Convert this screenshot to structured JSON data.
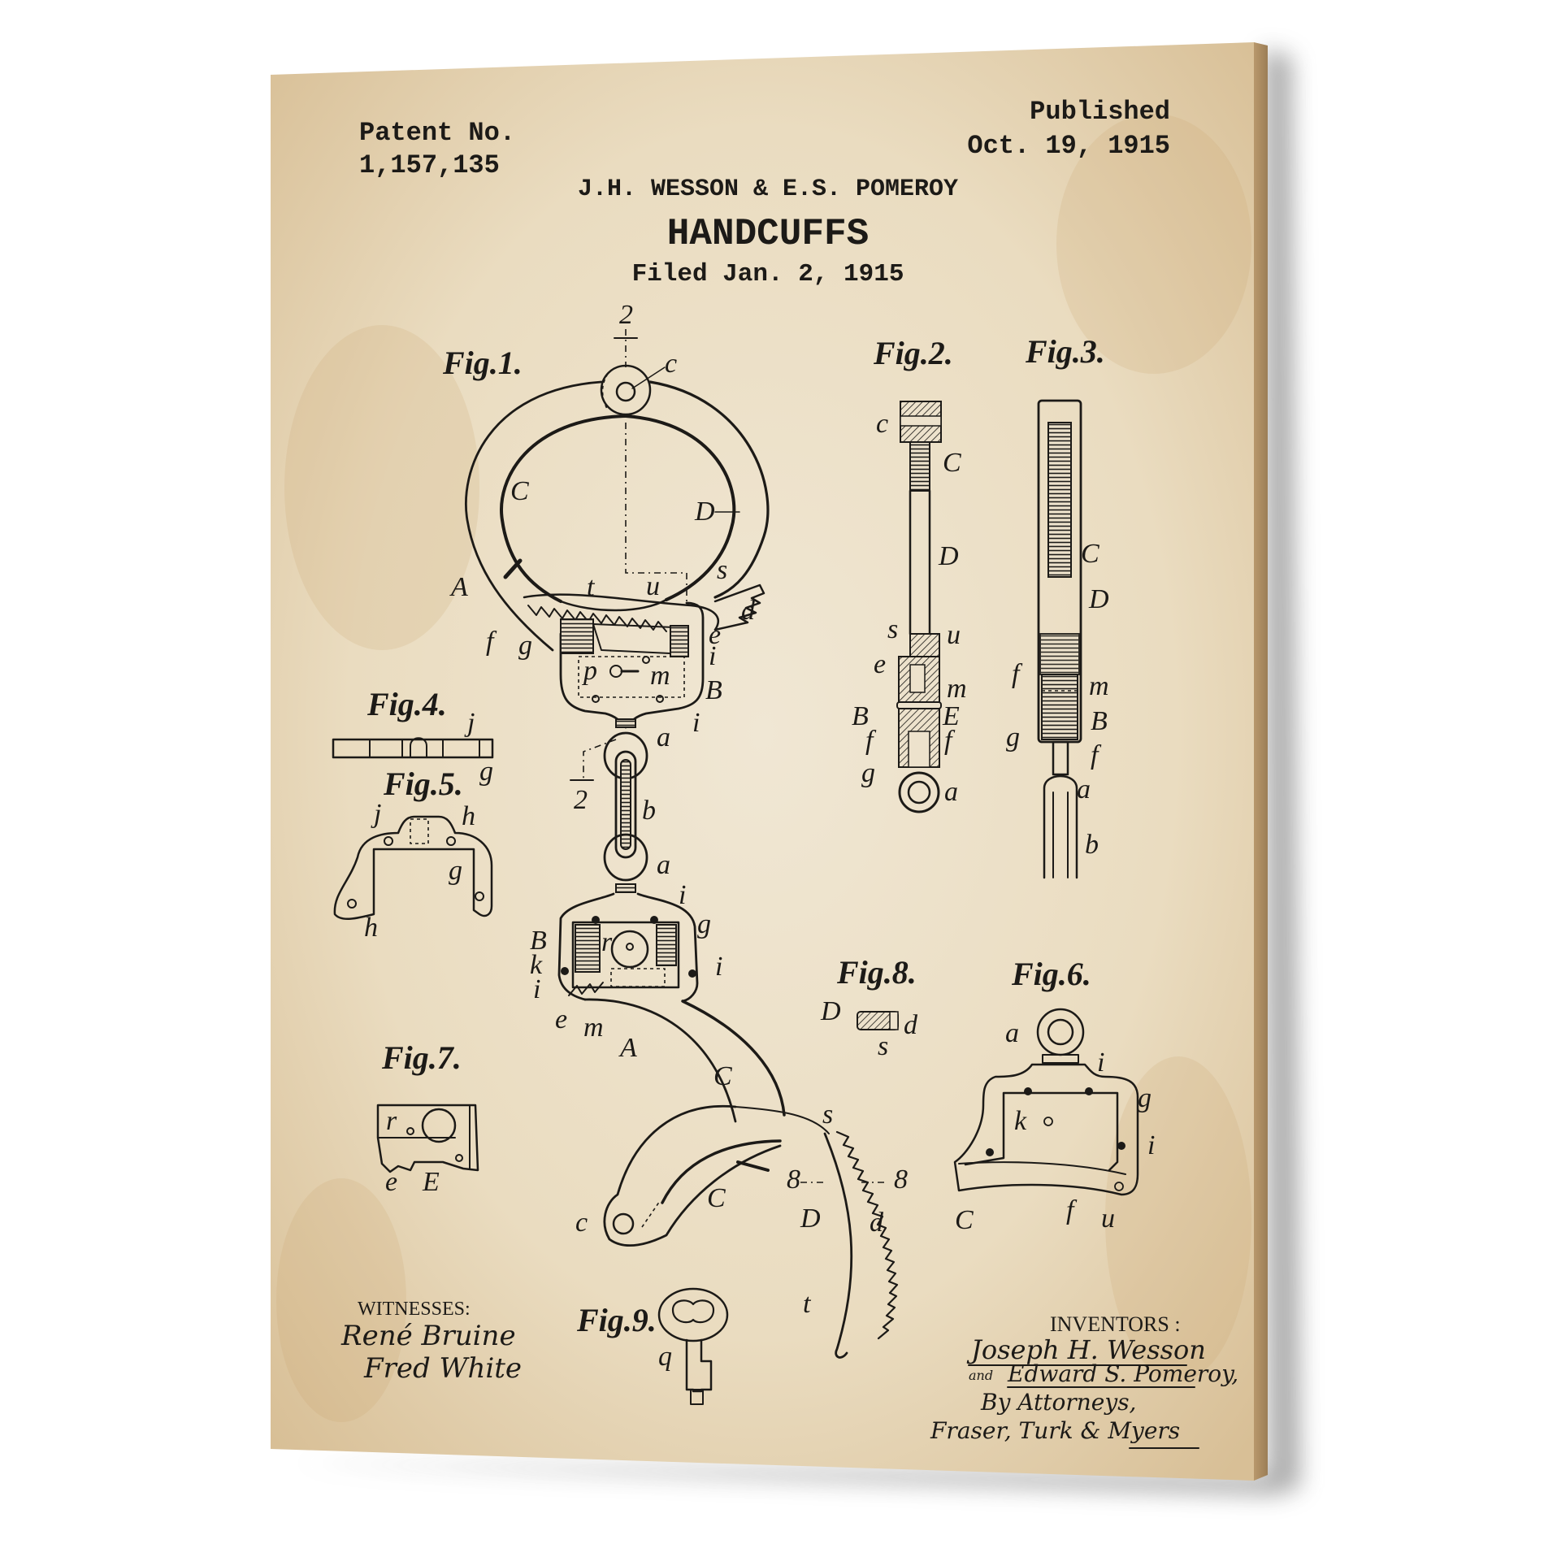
{
  "header": {
    "patent_label": "Patent No.",
    "patent_number": "1,157,135",
    "published_label": "Published",
    "published_date": "Oct. 19, 1915",
    "inventors_line": "J.H. WESSON & E.S. POMEROY",
    "title": "HANDCUFFS",
    "filed": "Filed Jan. 2, 1915"
  },
  "figures": {
    "fig1": {
      "label": "Fig.1.",
      "section_marks": [
        "2",
        "2"
      ],
      "labels": {
        "c_top": "c",
        "C": "C",
        "D": "D",
        "A_top": "A",
        "t": "t",
        "u": "u",
        "s": "s",
        "d": "d",
        "f": "f",
        "g": "g",
        "e": "e",
        "i": "i",
        "p": "p",
        "m": "m",
        "B": "B",
        "i2": "i",
        "a": "a",
        "b": "b",
        "a2": "a",
        "i3": "i",
        "g2": "g",
        "B2": "B",
        "k": "k",
        "i4": "i",
        "i5": "i",
        "e2": "e",
        "m2": "m",
        "r": "r",
        "A2": "A",
        "C2": "C",
        "C3": "C",
        "c_bottom": "c",
        "s2": "s",
        "eight_left": "8",
        "eight_right": "8",
        "D2": "D",
        "d2": "d",
        "t2": "t"
      }
    },
    "fig2": {
      "label": "Fig.2.",
      "labels": {
        "c": "c",
        "C": "C",
        "D": "D",
        "s": "s",
        "u": "u",
        "e": "e",
        "m": "m",
        "B": "B",
        "E": "E",
        "f": "f",
        "f2": "f",
        "g": "g",
        "a": "a"
      }
    },
    "fig3": {
      "label": "Fig.3.",
      "labels": {
        "C": "C",
        "D": "D",
        "f": "f",
        "m": "m",
        "g": "g",
        "B": "B",
        "f2": "f",
        "a": "a",
        "b": "b"
      }
    },
    "fig4": {
      "label": "Fig.4.",
      "labels": {
        "j": "j",
        "g": "g"
      }
    },
    "fig5": {
      "label": "Fig.5.",
      "labels": {
        "j": "j",
        "h": "h",
        "g": "g",
        "h2": "h"
      }
    },
    "fig6": {
      "label": "Fig.6.",
      "labels": {
        "a": "a",
        "i": "i",
        "g": "g",
        "k": "k",
        "i2": "i",
        "f": "f",
        "u": "u",
        "C": "C"
      }
    },
    "fig7": {
      "label": "Fig.7.",
      "labels": {
        "r": "r",
        "e": "e",
        "E": "E"
      }
    },
    "fig8": {
      "label": "Fig.8.",
      "labels": {
        "D": "D",
        "d": "d",
        "s": "s"
      }
    },
    "fig9": {
      "label": "Fig.9.",
      "labels": {
        "q": "q"
      }
    }
  },
  "footer": {
    "witnesses_label": "WITNESSES:",
    "witness_1": "René Bruine",
    "witness_2": "Fred White",
    "inventors_label": "INVENTORS :",
    "inventor_1": "Joseph H. Wesson",
    "inventor_and": "and",
    "inventor_2": "Edward S. Pomeroy,",
    "by_attorneys": "By Attorneys,",
    "attorneys": "Fraser, Turk & Myers"
  },
  "colors": {
    "paper": "#EDE2CC",
    "paper_edge": "#D9C29A",
    "ink": "#1C1A17",
    "canvas_side": "#A88A62",
    "background": "#FFFFFF"
  }
}
